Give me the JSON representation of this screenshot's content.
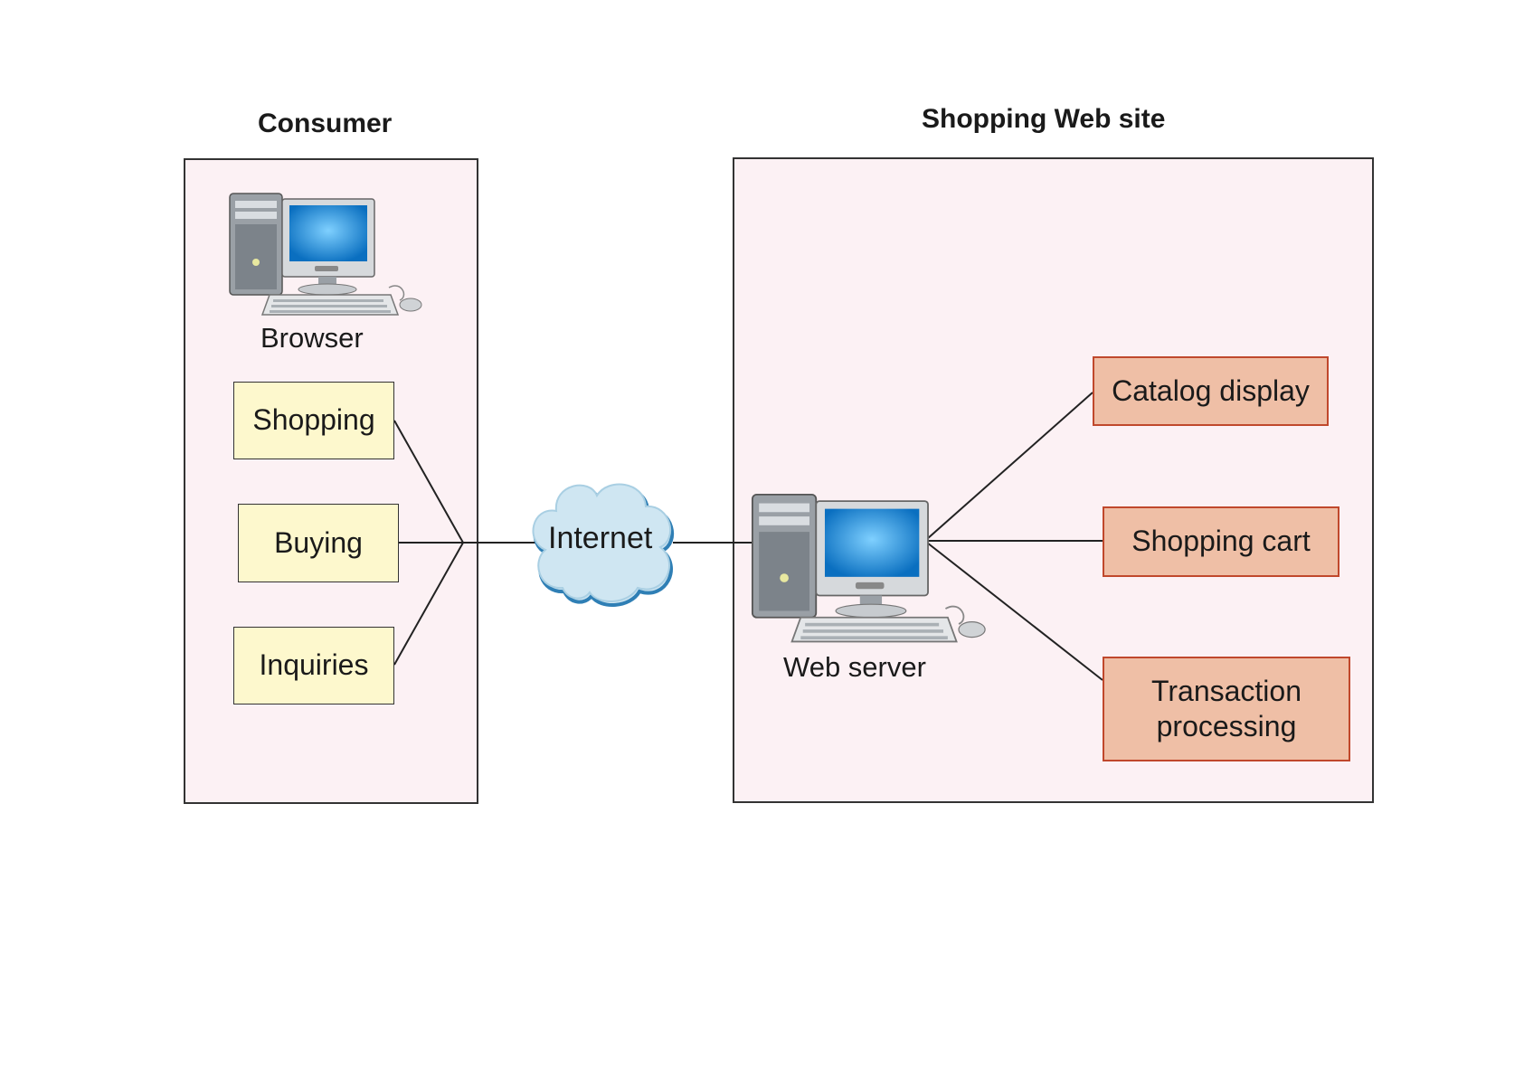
{
  "consumer": {
    "heading": "Consumer",
    "browser_label": "Browser",
    "items": [
      "Shopping",
      "Buying",
      "Inquiries"
    ]
  },
  "internet": {
    "label": "Internet"
  },
  "website": {
    "heading": "Shopping Web site",
    "server_label": "Web server",
    "components": [
      "Catalog display",
      "Shopping cart",
      "Transaction processing"
    ]
  },
  "colors": {
    "panel_fill": "#fcf1f4",
    "consumer_box_fill": "#fdf8cd",
    "website_box_fill": "#efbfa6",
    "website_box_border": "#c0482c",
    "cloud_fill": "#cfe6f2",
    "monitor_screen": "#1e8fd8"
  },
  "icons": [
    "desktop-computer-icon",
    "cloud-icon"
  ]
}
